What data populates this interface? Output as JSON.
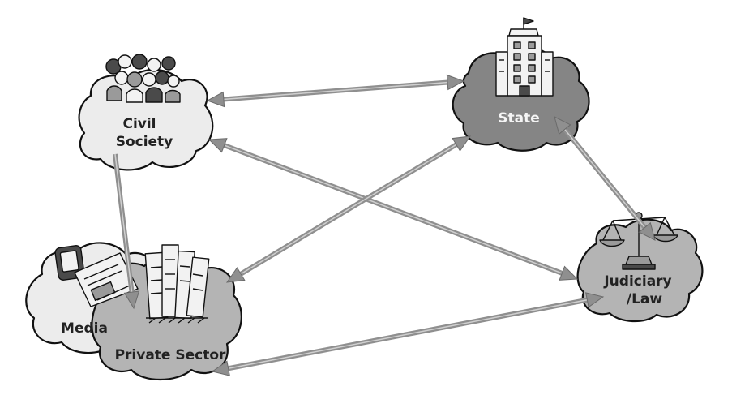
{
  "nodes": {
    "civil_society": {
      "line1": "Civil",
      "line2": "Society"
    },
    "state": {
      "label": "State"
    },
    "media": {
      "label": "Media"
    },
    "private_sector": {
      "label": "Private Sector"
    },
    "judiciary": {
      "line1": "Judiciary",
      "line2": "/Law"
    }
  },
  "icons": {
    "civil_society": "people-crowd-icon",
    "state": "government-building-icon",
    "media": "newspaper-phone-icon",
    "private_sector": "office-towers-icon",
    "judiciary": "scales-of-justice-icon"
  },
  "edges": [
    {
      "from": "civil_society",
      "to": "state",
      "direction": "both"
    },
    {
      "from": "civil_society",
      "to": "private_sector",
      "direction": "to"
    },
    {
      "from": "civil_society",
      "to": "judiciary",
      "direction": "both"
    },
    {
      "from": "state",
      "to": "private_sector",
      "direction": "both"
    },
    {
      "from": "state",
      "to": "judiciary",
      "direction": "both"
    },
    {
      "from": "judiciary",
      "to": "private_sector",
      "direction": "both"
    }
  ],
  "colors": {
    "cloud_light": "#ececec",
    "cloud_mid": "#b4b4b4",
    "cloud_dark": "#858585",
    "arrow": "#8f8f8f",
    "outline": "#111111"
  }
}
